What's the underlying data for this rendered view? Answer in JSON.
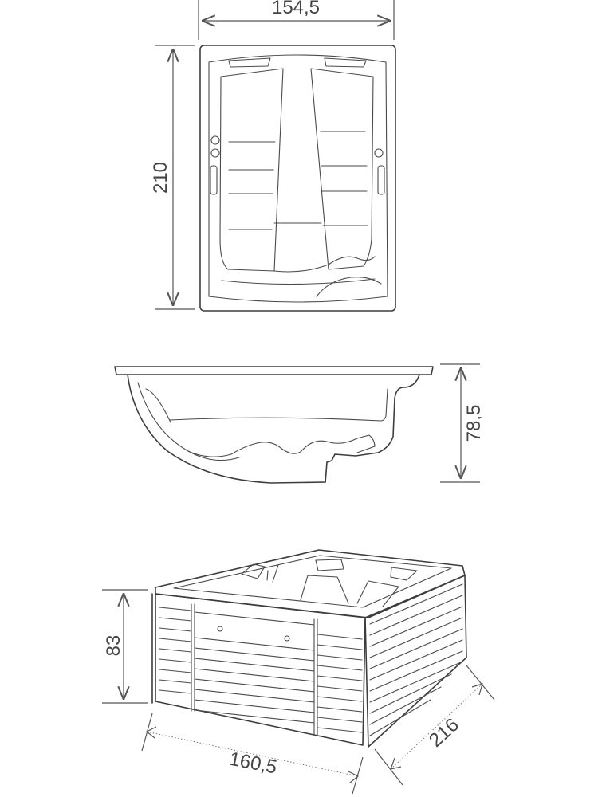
{
  "dimensions": {
    "top_width": "154,5",
    "top_length": "210",
    "side_height": "78,5",
    "iso_height": "83",
    "iso_width": "160,5",
    "iso_depth": "216"
  },
  "colors": {
    "line": "#3d3d3d",
    "dimension_text": "#444444",
    "background": "#ffffff"
  }
}
